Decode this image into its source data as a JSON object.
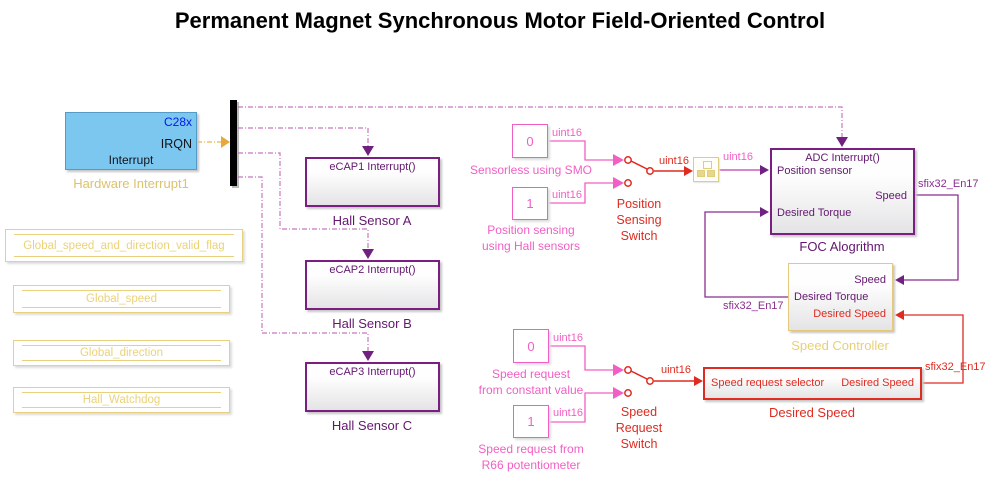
{
  "title": "Permanent Magnet Synchronous Motor Field-Oriented Control",
  "colors": {
    "magenta": "#F25FC4",
    "purple_border": "#7A1E82",
    "purple_text": "#63176F",
    "red": "#DF2B20",
    "yellow": "#E8D07E",
    "blue_chip": "#0018E6",
    "block_fill_blue": "#7CC7F0",
    "functioncall_line": "#C877BE"
  },
  "hardware_interrupt": {
    "chip_label": "C28x",
    "port_label": "IRQN",
    "block_text": "Interrupt",
    "name": "Hardware Interrupt1"
  },
  "hall_sensors": [
    {
      "port": "eCAP1 Interrupt()",
      "name": "Hall Sensor A"
    },
    {
      "port": "eCAP2 Interrupt()",
      "name": "Hall Sensor B"
    },
    {
      "port": "eCAP3 Interrupt()",
      "name": "Hall Sensor C"
    }
  ],
  "data_stores": [
    {
      "name": "Global_speed_and_direction_valid_flag"
    },
    {
      "name": "Global_speed"
    },
    {
      "name": "Global_direction"
    },
    {
      "name": "Hall_Watchdog"
    }
  ],
  "constants": [
    {
      "value": "0",
      "out_type": "uint16",
      "label_lines": [
        "Sensorless using SMO"
      ]
    },
    {
      "value": "1",
      "out_type": "uint16",
      "label_lines": [
        "Position sensing",
        "using Hall sensors"
      ]
    },
    {
      "value": "0",
      "out_type": "uint16",
      "label_lines": [
        "Speed request",
        "from constant value"
      ]
    },
    {
      "value": "1",
      "out_type": "uint16",
      "label_lines": [
        "Speed request from",
        "R66 potentiometer"
      ]
    }
  ],
  "switches": [
    {
      "label_lines": [
        "Position",
        "Sensing",
        "Switch"
      ],
      "out_type": "uint16"
    },
    {
      "label_lines": [
        "Speed",
        "Request",
        "Switch"
      ],
      "out_type": "uint16"
    }
  ],
  "foc": {
    "trigger": "ADC Interrupt()",
    "input1": "Position sensor",
    "input2": "Desired Torque",
    "output": "Speed",
    "name": "FOC Alogrithm",
    "input1_type": "uint16",
    "output_type": "sfix32_En17"
  },
  "speed_controller": {
    "input_speed": "Speed",
    "output_torque": "Desired Torque",
    "input_desired_speed": "Desired Speed",
    "name": "Speed Controller",
    "output_type": "sfix32_En17"
  },
  "desired_speed": {
    "input": "Speed request selector",
    "output": "Desired Speed",
    "name": "Desired Speed",
    "output_type": "sfix32_En17"
  }
}
